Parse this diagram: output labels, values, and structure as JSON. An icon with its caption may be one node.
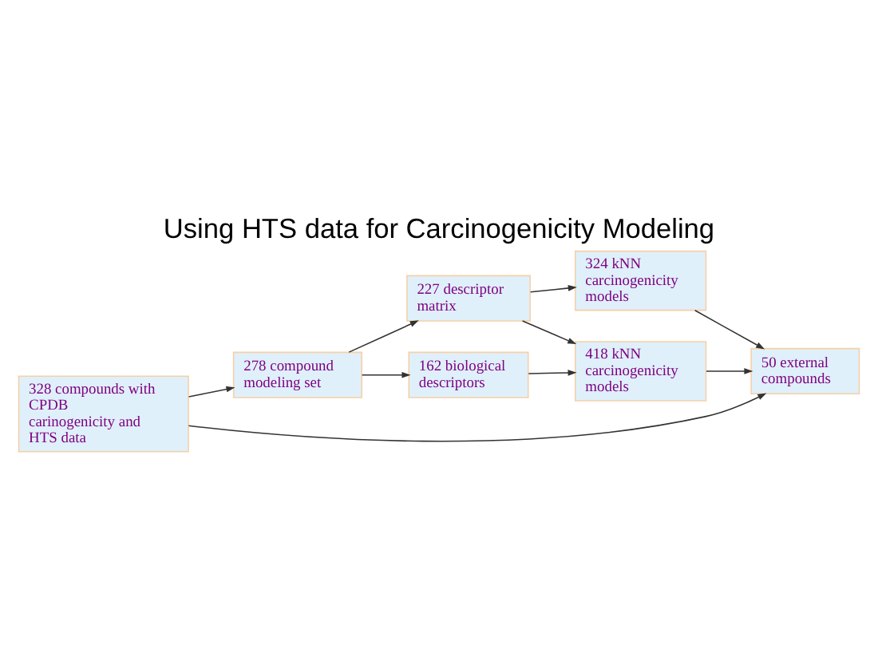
{
  "diagram": {
    "title": "Using HTS data for Carcinogenicity Modeling",
    "nodes": [
      {
        "text": [
          "328 compounds with CPDB carinogenicity and HTS data"
        ]
      },
      {
        "text": [
          "278 compound modeling set"
        ]
      },
      {
        "text": [
          "227 descriptor matrix"
        ]
      },
      {
        "text": [
          "324 kNN carcinogenicity models"
        ]
      },
      {
        "text": [
          "418 kNN carcinogenicity models"
        ]
      },
      {
        "text": [
          "162 biological descriptors"
        ]
      },
      {
        "text": [
          "50 external compounds"
        ]
      }
    ],
    "edges": [
      {
        "from": 0,
        "to": 1,
        "arrow": "to"
      },
      {
        "from": 0,
        "to": 6,
        "arrow": "to"
      },
      {
        "from": 1,
        "to": 2,
        "arrow": "to"
      },
      {
        "from": 1,
        "to": 5,
        "arrow": "to"
      },
      {
        "from": 2,
        "to": 3,
        "arrow": "to"
      },
      {
        "from": 2,
        "to": 4,
        "arrow": "to"
      },
      {
        "from": 5,
        "to": 4,
        "arrow": "to"
      },
      {
        "from": 3,
        "to": 6,
        "arrow": "to"
      },
      {
        "from": 4,
        "to": 6,
        "arrow": "to"
      }
    ]
  }
}
